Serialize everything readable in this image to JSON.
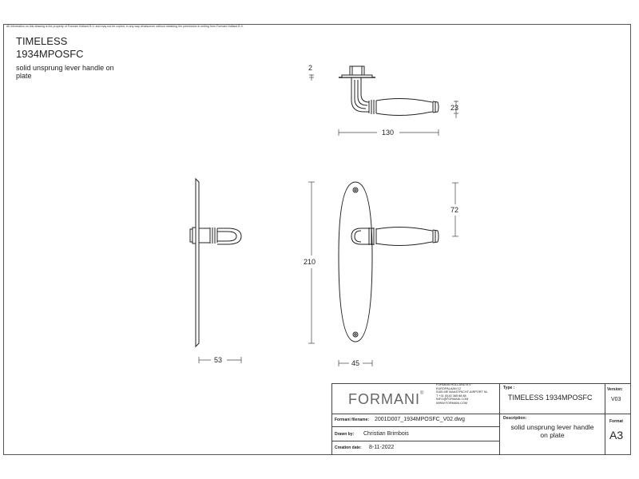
{
  "notice": "All information on this drawing is the property of Formani Holland B.V. and may not be copied, in any way whatsoever without obtaining the permission in writing from Formani Holland B.V.",
  "header": {
    "title": "TIMELESS",
    "code": "1934MPOSFC",
    "subtitle": "solid unsprung lever handle on plate"
  },
  "dimensions": {
    "rose_thickness": "2",
    "grip_diameter": "23",
    "lever_length": "130",
    "lever_height": "72",
    "plate_height": "210",
    "projection": "53",
    "plate_width": "45"
  },
  "title_block": {
    "logo": "FORMANI",
    "logo_mark": "®",
    "address_lines": [
      "FORMANI HOLLAND B.V",
      "EUROPALAAN 12",
      "5165 ME MAASTRICHT-AIRPORT NL",
      "T +31 (0)43 365 88 88",
      "INFO@FORMANI.COM",
      "WWW.FORMANI.COM"
    ],
    "filename_label": "Formani filename:",
    "filename": "2001D007_1934MPOSFC_V02.dwg",
    "drawn_label": "Drawn by:",
    "drawn_by": "Christian Brimbois",
    "created_label": "Creation date:",
    "created": "8-11-2022",
    "type_label": "Type :",
    "type": "TIMELESS 1934MPOSFC",
    "desc_label": "Description:",
    "description_line1": "solid unsprung lever handle",
    "description_line2": "on plate",
    "version_label": "Version:",
    "version": "V03",
    "format_label": "Format",
    "format": "A3"
  }
}
